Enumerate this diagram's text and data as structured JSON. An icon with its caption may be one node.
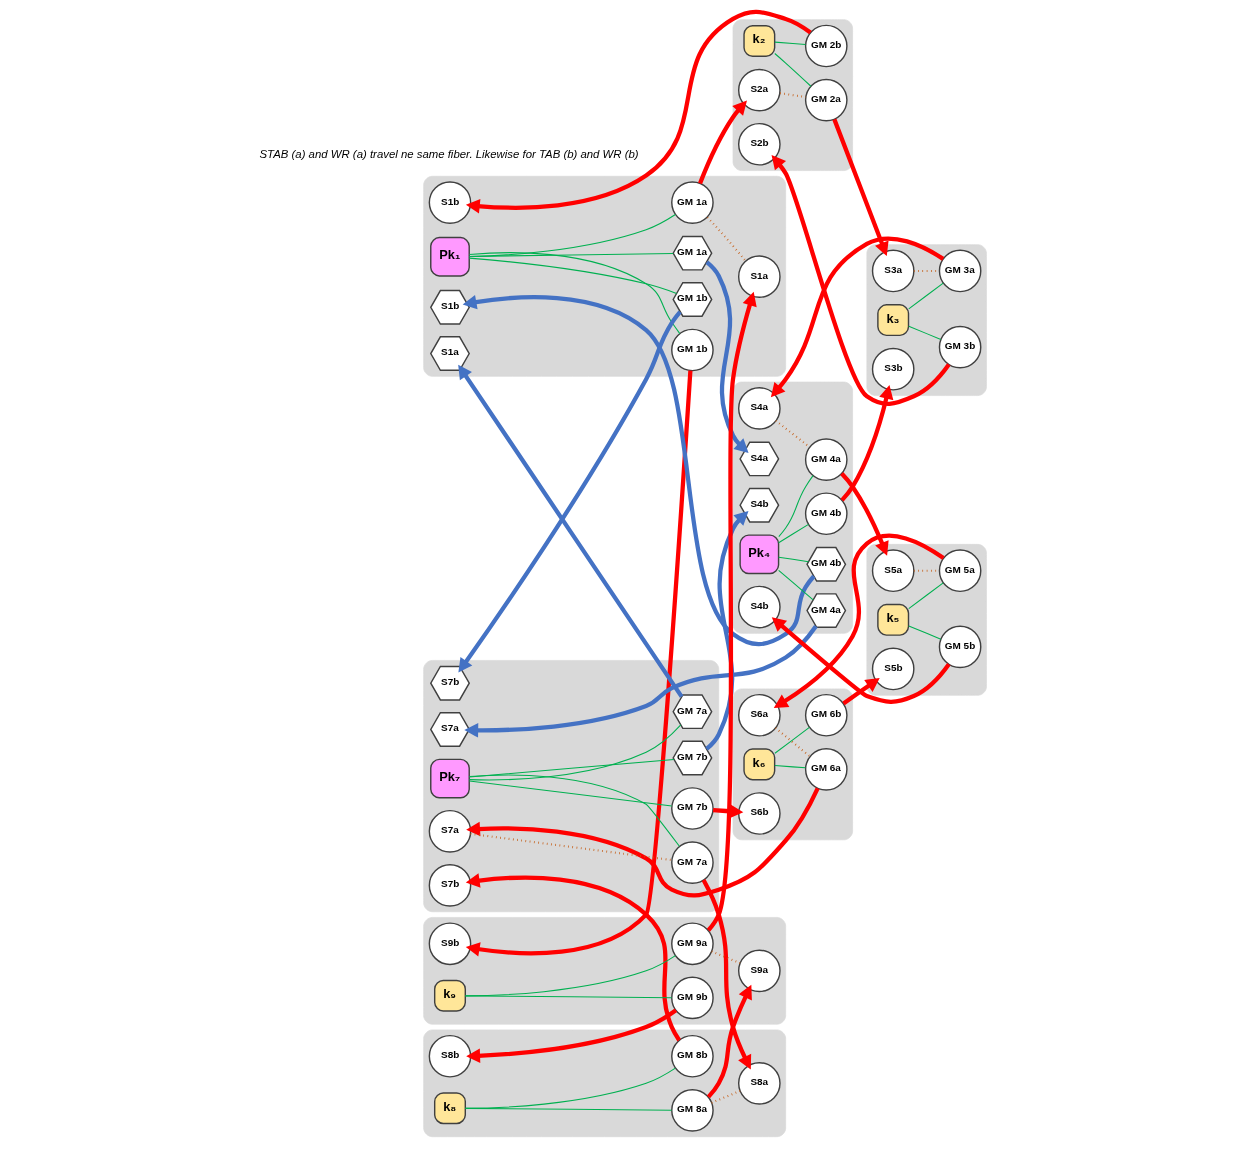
{
  "diagram": {
    "nodes": [
      {
        "text": [],
        "shape": "ellipse"
      },
      {
        "text": [
          "Pk₁"
        ],
        "in": 0
      },
      {
        "text": [
          "S1b"
        ],
        "in": 0
      },
      {
        "text": [
          "GM 1a"
        ],
        "in": 0
      },
      {
        "text": [
          "GM 1b"
        ],
        "in": 0
      },
      {
        "text": [
          "S1a"
        ],
        "in": 0
      },
      {
        "text": [
          "S1b"
        ],
        "in": 0
      },
      {
        "text": [
          "GM 1a"
        ],
        "in": 0
      },
      {
        "text": [
          "S1a"
        ],
        "in": 0
      },
      {
        "text": [
          "GM 1b"
        ],
        "in": 0
      },
      {
        "text": [],
        "shape": "ellipse"
      },
      {
        "text": [
          "k₂"
        ],
        "in": 10
      },
      {
        "text": [
          "S2b"
        ],
        "in": 10
      },
      {
        "text": [
          "GM 2b"
        ],
        "in": 10
      },
      {
        "text": [
          "GM 2a"
        ],
        "in": 10
      },
      {
        "text": [
          "S2a"
        ],
        "in": 10
      },
      {
        "text": [],
        "shape": "ellipse"
      },
      {
        "text": [
          "k₃"
        ],
        "in": 16
      },
      {
        "text": [
          "S3b"
        ],
        "in": 16
      },
      {
        "text": [
          "GM 3b"
        ],
        "in": 16
      },
      {
        "text": [
          "GM 3a"
        ],
        "in": 16
      },
      {
        "text": [
          "S3a"
        ],
        "in": 16
      },
      {
        "text": [],
        "shape": "ellipse"
      },
      {
        "text": [
          "GM 4b"
        ],
        "in": 22
      },
      {
        "text": [
          "Pk₄"
        ],
        "in": 22
      },
      {
        "text": [
          "S4a"
        ],
        "in": 22
      },
      {
        "text": [
          "S4b"
        ],
        "in": 22
      },
      {
        "text": [
          "GM 4a"
        ],
        "in": 22
      },
      {
        "text": [
          "GM 4b"
        ],
        "in": 22
      },
      {
        "text": [
          "S4a"
        ],
        "in": 22
      },
      {
        "text": [
          "GM 4a"
        ],
        "in": 22
      },
      {
        "text": [
          "S4b"
        ],
        "in": 22
      },
      {
        "text": [],
        "shape": "ellipse"
      },
      {
        "text": [
          "S5a"
        ],
        "in": 32
      },
      {
        "text": [
          "GM 5b"
        ],
        "in": 32
      },
      {
        "text": [
          "k₅"
        ],
        "in": 32
      },
      {
        "text": [
          "GM 5a"
        ],
        "in": 32
      },
      {
        "text": [
          "S5b"
        ],
        "in": 32
      },
      {
        "text": [],
        "shape": "ellipse"
      },
      {
        "text": [
          "S6a"
        ],
        "in": 38
      },
      {
        "text": [
          "GM 6b"
        ],
        "in": 38
      },
      {
        "text": [
          "k₆"
        ],
        "in": 38
      },
      {
        "text": [
          "GM 6a"
        ],
        "in": 38
      },
      {
        "text": [
          "S6b"
        ],
        "in": 38
      },
      {
        "text": [],
        "shape": "ellipse"
      },
      {
        "text": [
          "S7a"
        ],
        "in": 44
      },
      {
        "text": [
          "GM 7b"
        ],
        "in": 44
      },
      {
        "text": [
          "GM 7a"
        ],
        "in": 44
      },
      {
        "text": [
          "S7b"
        ],
        "in": 44
      },
      {
        "text": [
          "S7a"
        ],
        "in": 44
      },
      {
        "text": [
          "GM 7b"
        ],
        "in": 44
      },
      {
        "text": [
          "GM 7a"
        ],
        "in": 44
      },
      {
        "text": [
          "S7b"
        ],
        "in": 44
      },
      {
        "text": [
          "Pk₇"
        ],
        "in": 44
      },
      {
        "text": [],
        "shape": "ellipse"
      },
      {
        "text": [
          "GM 8a"
        ],
        "in": 54
      },
      {
        "text": [
          "S8a"
        ],
        "in": 54
      },
      {
        "text": [
          "S8b"
        ],
        "in": 54
      },
      {
        "text": [
          "GM 8b"
        ],
        "in": 54
      },
      {
        "text": [
          "k₈"
        ],
        "in": 54
      },
      {
        "text": [],
        "shape": "ellipse"
      },
      {
        "text": [
          "GM 9a"
        ],
        "in": 60
      },
      {
        "text": [
          "S9b"
        ],
        "in": 60
      },
      {
        "text": [
          "S9a"
        ],
        "in": 60
      },
      {
        "text": [
          "GM 9b"
        ],
        "in": 60
      },
      {
        "text": [
          "k₉"
        ],
        "in": 60
      }
    ],
    "edges": [
      {
        "from": 1,
        "to": 3,
        "arrow": "none"
      },
      {
        "from": 1,
        "to": 7,
        "arrow": "none"
      },
      {
        "from": 1,
        "to": 9,
        "arrow": "none"
      },
      {
        "from": 1,
        "to": 4,
        "arrow": "none"
      },
      {
        "from": 11,
        "to": 13,
        "arrow": "none"
      },
      {
        "from": 11,
        "to": 14,
        "arrow": "none"
      },
      {
        "from": 17,
        "to": 19,
        "arrow": "none"
      },
      {
        "from": 17,
        "to": 20,
        "arrow": "none"
      },
      {
        "from": 24,
        "to": 23,
        "arrow": "none"
      },
      {
        "from": 24,
        "to": 28,
        "arrow": "none"
      },
      {
        "from": 24,
        "to": 30,
        "arrow": "none"
      },
      {
        "from": 24,
        "to": 27,
        "arrow": "none"
      },
      {
        "from": 35,
        "to": 34,
        "arrow": "none"
      },
      {
        "from": 35,
        "to": 36,
        "arrow": "none"
      },
      {
        "from": 41,
        "to": 40,
        "arrow": "none"
      },
      {
        "from": 41,
        "to": 42,
        "arrow": "none"
      },
      {
        "from": 53,
        "to": 47,
        "arrow": "none"
      },
      {
        "from": 53,
        "to": 46,
        "arrow": "none"
      },
      {
        "from": 53,
        "to": 50,
        "arrow": "none"
      },
      {
        "from": 53,
        "to": 51,
        "arrow": "none"
      },
      {
        "from": 59,
        "to": 55,
        "arrow": "none"
      },
      {
        "from": 59,
        "to": 58,
        "arrow": "none"
      },
      {
        "from": 65,
        "to": 61,
        "arrow": "none"
      },
      {
        "from": 65,
        "to": 64,
        "arrow": "none"
      },
      {
        "from": 7,
        "to": 8,
        "arrow": "none",
        "style": "dashed",
        "color": "#c55a11"
      },
      {
        "from": 15,
        "to": 14,
        "arrow": "none",
        "style": "dashed",
        "color": "#c55a11"
      },
      {
        "from": 21,
        "to": 20,
        "arrow": "none",
        "style": "dashed",
        "color": "#c55a11"
      },
      {
        "from": 29,
        "to": 30,
        "arrow": "none",
        "style": "dashed",
        "color": "#c55a11"
      },
      {
        "from": 33,
        "to": 36,
        "arrow": "none",
        "style": "dashed",
        "color": "#c55a11"
      },
      {
        "from": 39,
        "to": 42,
        "arrow": "none",
        "style": "dashed",
        "color": "#c55a11"
      },
      {
        "from": 45,
        "to": 47,
        "arrow": "none",
        "style": "dashed",
        "color": "#c55a11"
      },
      {
        "from": 55,
        "to": 56,
        "arrow": "none",
        "style": "dashed",
        "color": "#c55a11"
      },
      {
        "from": 61,
        "to": 63,
        "arrow": "none",
        "style": "dashed",
        "color": "#c55a11"
      },
      {
        "from": 7,
        "to": 15,
        "arrow": "to",
        "style": "thick",
        "color": "#ff0000"
      },
      {
        "from": 13,
        "to": 6,
        "arrow": "to",
        "style": "thick",
        "color": "#ff0000"
      },
      {
        "from": 14,
        "to": 21,
        "arrow": "to",
        "style": "thick",
        "color": "#ff0000"
      },
      {
        "from": 19,
        "to": 12,
        "arrow": "to",
        "style": "thick",
        "color": "#ff0000"
      },
      {
        "from": 20,
        "to": 29,
        "arrow": "to",
        "style": "thick",
        "color": "#ff0000"
      },
      {
        "from": 28,
        "to": 18,
        "arrow": "to",
        "style": "thick",
        "color": "#ff0000"
      },
      {
        "from": 30,
        "to": 33,
        "arrow": "to",
        "style": "thick",
        "color": "#ff0000"
      },
      {
        "from": 34,
        "to": 31,
        "arrow": "to",
        "style": "thick",
        "color": "#ff0000"
      },
      {
        "from": 36,
        "to": 39,
        "arrow": "to",
        "style": "thick",
        "color": "#ff0000"
      },
      {
        "from": 40,
        "to": 37,
        "arrow": "to",
        "style": "thick",
        "color": "#ff0000"
      },
      {
        "from": 42,
        "to": 45,
        "arrow": "to",
        "style": "thick",
        "color": "#ff0000"
      },
      {
        "from": 46,
        "to": 43,
        "arrow": "to",
        "style": "thick",
        "color": "#ff0000"
      },
      {
        "from": 47,
        "to": 56,
        "arrow": "to",
        "style": "thick",
        "color": "#ff0000"
      },
      {
        "from": 58,
        "to": 48,
        "arrow": "to",
        "style": "thick",
        "color": "#ff0000"
      },
      {
        "from": 55,
        "to": 63,
        "arrow": "to",
        "style": "thick",
        "color": "#ff0000"
      },
      {
        "from": 64,
        "to": 57,
        "arrow": "to",
        "style": "thick",
        "color": "#ff0000"
      },
      {
        "from": 61,
        "to": 8,
        "arrow": "to",
        "style": "thick",
        "color": "#ff0000"
      },
      {
        "from": 9,
        "to": 62,
        "arrow": "to",
        "style": "thick",
        "color": "#ff0000"
      },
      {
        "from": 23,
        "to": 2,
        "arrow": "to",
        "style": "thick",
        "color": "#4472c4"
      },
      {
        "from": 3,
        "to": 25,
        "arrow": "to",
        "style": "thick",
        "color": "#4472c4"
      },
      {
        "from": 27,
        "to": 49,
        "arrow": "to",
        "style": "thick",
        "color": "#4472c4"
      },
      {
        "from": 50,
        "to": 26,
        "arrow": "to",
        "style": "thick",
        "color": "#4472c4"
      },
      {
        "from": 51,
        "to": 5,
        "arrow": "to",
        "style": "thick",
        "color": "#4472c4"
      },
      {
        "from": 4,
        "to": 52,
        "arrow": "to",
        "style": "thick",
        "color": "#4472c4"
      }
    ],
    "labels": [
      "STAB (a) and WR (a) travel ne same fiber. Likewise for TAB (b) and WR (b)"
    ]
  }
}
